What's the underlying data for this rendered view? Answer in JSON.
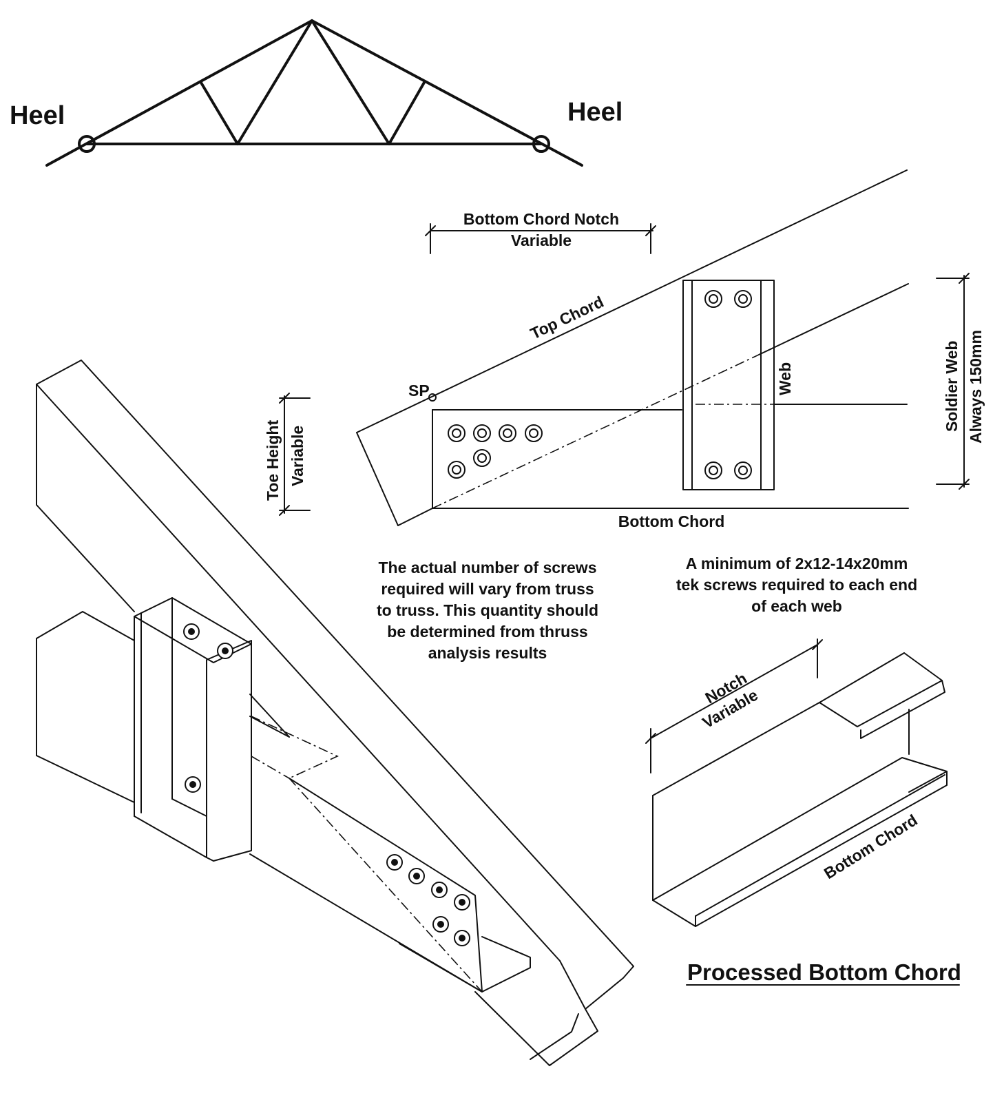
{
  "truss_overview": {
    "heel_left": "Heel",
    "heel_right": "Heel"
  },
  "heel_detail": {
    "notch_label_line1": "Bottom Chord Notch",
    "notch_label_line2": "Variable",
    "top_chord": "Top Chord",
    "sp": "SP",
    "web": "Web",
    "bottom_chord": "Bottom Chord",
    "toe_line1": "Toe Height",
    "toe_line2": "Variable",
    "soldier_line1": "Soldier Web",
    "soldier_line2": "Always 150mm"
  },
  "notes": {
    "screws_note": [
      "The actual number of screws",
      "required will vary from truss",
      "to truss. This quantity should",
      "be determined from thruss",
      "analysis results"
    ],
    "tek_note": [
      "A minimum of 2x12-14x20mm",
      "tek screws required to each end",
      "of each web"
    ]
  },
  "processed_chord": {
    "notch_line1": "Notch",
    "notch_line2": "Variable",
    "bottom_chord": "Bottom Chord",
    "title": "Processed Bottom Chord"
  },
  "colors": {
    "ink": "#111111",
    "paper": "#ffffff"
  }
}
